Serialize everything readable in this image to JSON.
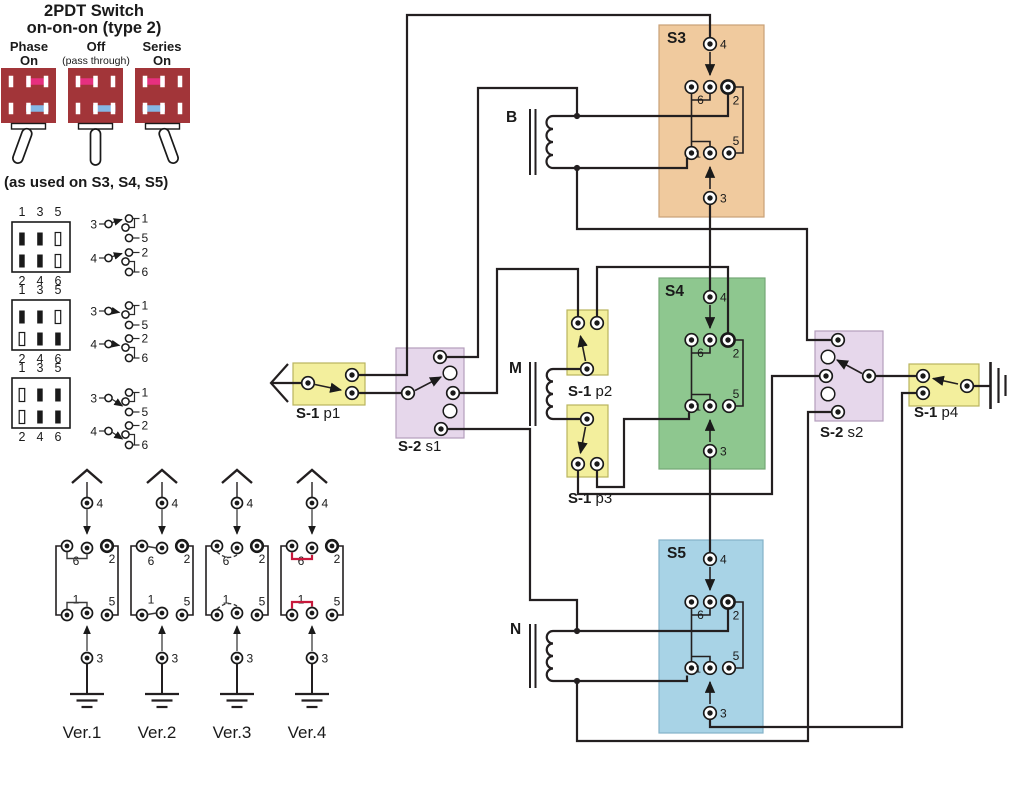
{
  "legend": {
    "title1": "2PDT Switch",
    "title2": "on-on-on (type 2)",
    "phase": "Phase",
    "phase_state": "On",
    "off": "Off",
    "off_note": "(pass through)",
    "series": "Series",
    "series_state": "On",
    "caption": "(as used on S3, S4, S5)"
  },
  "pins": {
    "n1": "1",
    "n2": "2",
    "n3": "3",
    "n4": "4",
    "n5": "5",
    "n6": "6"
  },
  "versions": {
    "v1": "Ver.1",
    "v2": "Ver.2",
    "v3": "Ver.3",
    "v4": "Ver.4"
  },
  "blocks": {
    "s3": "S3",
    "s4": "S4",
    "s5": "S5"
  },
  "coils": {
    "b": "B",
    "m": "M",
    "n": "N"
  },
  "plugs": {
    "series": "S-1",
    "p1": "p1",
    "p2": "p2",
    "p3": "p3",
    "p4": "p4"
  },
  "selectors": {
    "series": "S-2",
    "s1": "s1",
    "s2": "s2"
  },
  "colors": {
    "switch_body": "#a23539",
    "phase_bar": "#e6307f",
    "series_bar": "#85b7e4",
    "s3_fill": "#f0ca9e",
    "s4_fill": "#8ec78f",
    "s5_fill": "#a8d3e6",
    "plug_fill": "#f3ef9d",
    "selector_fill": "#e6d7eb",
    "jumper_red": "#c8193c",
    "wire": "#231f20"
  }
}
